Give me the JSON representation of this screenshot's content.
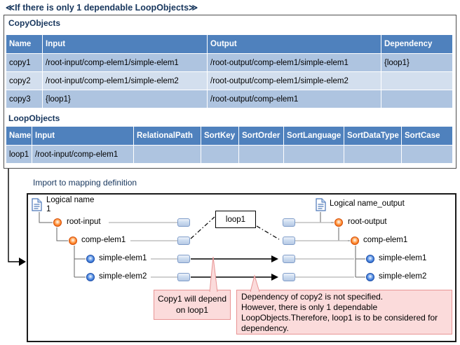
{
  "title": "≪If there is only 1 dependable LoopObjects≫",
  "copy_objects": {
    "label": "CopyObjects",
    "headers": [
      "Name",
      "Input",
      "Output",
      "Dependency"
    ],
    "rows": [
      [
        "copy1",
        "/root-input/comp-elem1/simple-elem1",
        "/root-output/comp-elem1/simple-elem1",
        "{loop1}"
      ],
      [
        "copy2",
        "/root-input/comp-elem1/simple-elem2",
        "/root-output/comp-elem1/simple-elem2",
        ""
      ],
      [
        "copy3",
        "{loop1}",
        "/root-output/comp-elem1",
        ""
      ]
    ]
  },
  "loop_objects": {
    "label": "LoopObjects",
    "headers": [
      "Name",
      "Input",
      "RelationalPath",
      "SortKey",
      "SortOrder",
      "SortLanguage",
      "SortDataType",
      "SortCase"
    ],
    "rows": [
      [
        "loop1",
        "/root-input/comp-elem1",
        "",
        "",
        "",
        "",
        "",
        ""
      ]
    ]
  },
  "flow_label": "Import to mapping definition",
  "diagram": {
    "input_tree": {
      "doc_title": "Logical name",
      "doc_subtitle": "1",
      "nodes": [
        "root-input",
        "comp-elem1",
        "simple-elem1",
        "simple-elem2"
      ]
    },
    "output_tree": {
      "doc_title": "Logical name_output",
      "nodes": [
        "root-output",
        "comp-elem1",
        "simple-elem1",
        "simple-elem2"
      ]
    },
    "loop_label": "loop1",
    "callout_copy1": "Copy1 will depend on loop1",
    "callout_copy2_lines": [
      "Dependency of copy2 is not specified.",
      "However, there is only 1 dependable",
      "LoopObjects.Therefore, loop1 is to be considered for",
      "dependency."
    ]
  },
  "colors": {
    "header_bg": "#4f81bd",
    "row_dark": "#aec4e0",
    "row_light": "#d3dfee",
    "heading_text": "#17365d",
    "callout_bg": "#fbdbdb",
    "callout_border": "#e89494",
    "port_fill": "#ccdcf0",
    "port_border": "#7e9cc9"
  }
}
